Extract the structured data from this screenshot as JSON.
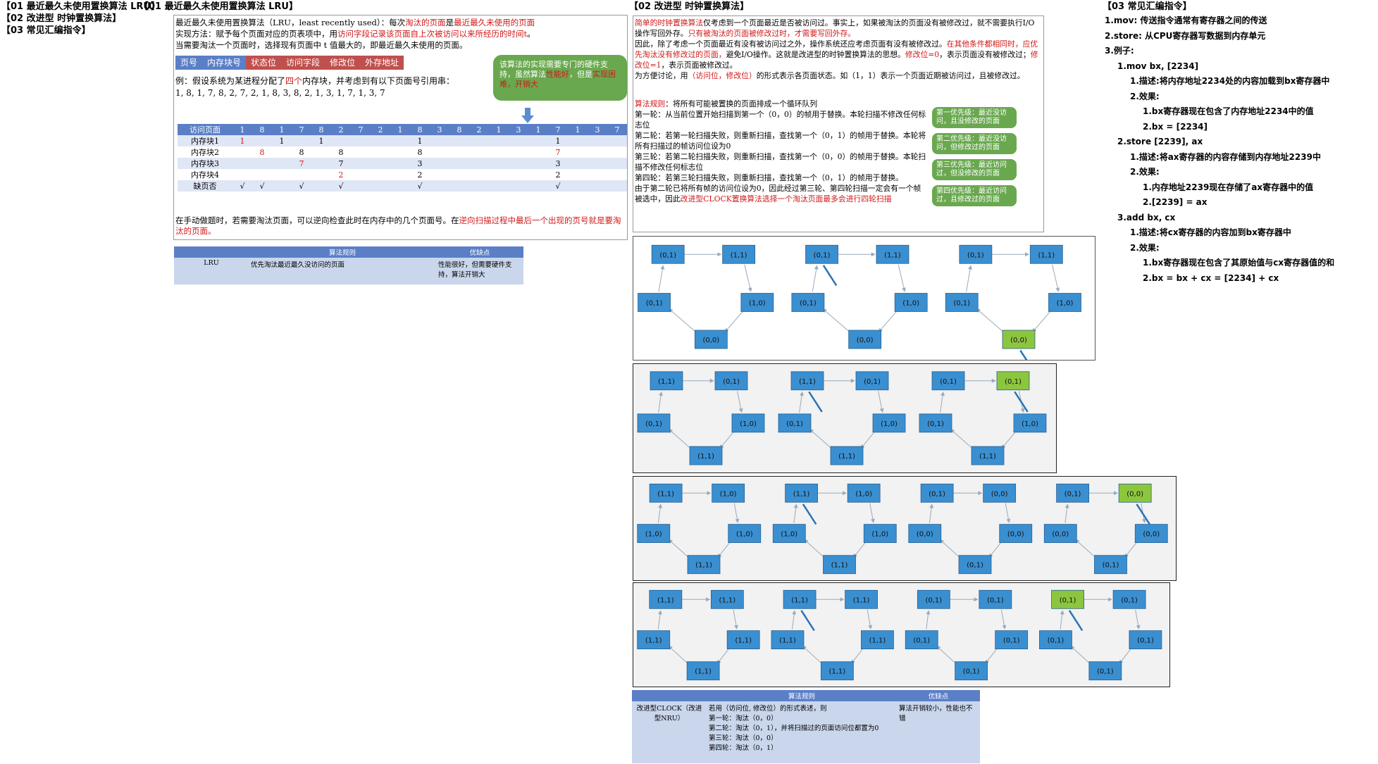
{
  "sidebar": {
    "items": [
      "【01 最近最久未使用置换算法 LRU】",
      "【02 改进型 时钟置换算法】",
      "【03 常见汇编指令】"
    ]
  },
  "lru": {
    "title": "【01 最近最久未使用置换算法 LRU】",
    "p1_a": "最近最久未使用置换算法（LRU，least recently used）：每次",
    "p1_b": "淘汰的页面",
    "p1_c": "是",
    "p1_d": "最近最久未使用的页面",
    "p2_a": "实现方法：赋予每个页面对应的页表项中，用",
    "p2_b": "访问字段记录该页面自上次被访问以来所经历的时间t",
    "p2_c": "。",
    "p3": "当需要淘汰一个页面时，选择现有页面中 t 值最大的，即最近最久未使用的页面。",
    "fields": [
      "页号",
      "内存块号",
      "状态位",
      "访问字段",
      "修改位",
      "外存地址"
    ],
    "bubble_a": "该算法的实现需要专门的硬件支持，虽然算法",
    "bubble_b": "性能好",
    "bubble_c": "，但是",
    "bubble_d": "实现困难，开销大",
    "example_a": "例：假设系统为某进程分配了",
    "example_b": "四个",
    "example_c": "内存块，并考虑到有以下页面号引用串：",
    "ref_string": "1, 8, 1, 7, 8, 2, 7, 2, 1, 8, 3, 8, 2, 1, 3, 1, 7, 1, 3, 7",
    "table": {
      "header": [
        "访问页面",
        "1",
        "8",
        "1",
        "7",
        "8",
        "2",
        "7",
        "2",
        "1",
        "8",
        "3",
        "8",
        "2",
        "1",
        "3",
        "1",
        "7",
        "1",
        "3",
        "7"
      ],
      "rows": [
        [
          "内存块1",
          "1",
          "",
          "1",
          "",
          "1",
          "",
          "",
          "",
          "",
          "1",
          "",
          "",
          "",
          "",
          "",
          "",
          "1",
          "",
          "",
          ""
        ],
        [
          "内存块2",
          "",
          "8",
          "",
          "8",
          "",
          "8",
          "",
          "",
          "",
          "8",
          "",
          "",
          "",
          "",
          "",
          "",
          "7",
          "",
          "",
          ""
        ],
        [
          "内存块3",
          "",
          "",
          "",
          "7",
          "",
          "7",
          "",
          "",
          "",
          "3",
          "",
          "",
          "",
          "",
          "",
          "",
          "3",
          "",
          "",
          ""
        ],
        [
          "内存块4",
          "",
          "",
          "",
          "",
          "",
          "2",
          "",
          "",
          "",
          "2",
          "",
          "",
          "",
          "",
          "",
          "",
          "2",
          "",
          "",
          ""
        ],
        [
          "缺页否",
          "√",
          "√",
          "",
          "√",
          "",
          "√",
          "",
          "",
          "",
          "√",
          "",
          "",
          "",
          "",
          "",
          "",
          "√",
          "",
          "",
          ""
        ]
      ]
    },
    "tail_a": "在手动做题时，若需要淘汰页面，可以逆向检查此时在内存中的几个页面号。在",
    "tail_b": "逆向扫描过程中最后一个出现的页号就是要淘汰的页面。",
    "summary": {
      "headers": [
        "",
        "算法规则",
        "优缺点"
      ],
      "row": [
        "LRU",
        "优先淘汰最近最久没访问的页面",
        "性能很好，但需要硬件支持，算法开销大"
      ]
    }
  },
  "clock": {
    "title": "【02 改进型 时钟置换算法】",
    "intro_a": "简单的时钟置换算法",
    "intro_b": "仅考虑到一个页面最近是否被访问过。事实上，如果被淘汰的页面没有被修改过，就不需要执行I/O操作写回外存。",
    "intro_c": "只有被淘汰的页面被修改过时，才需要写回外存。",
    "intro_d": "因此，除了考虑一个页面最近有没有被访问过之外，操作系统还应考虑页面有没有被修改过。",
    "intro_e": "在其他条件都相同时，应优先淘汰没有修改过的页面，",
    "intro_f": "避免I/O操作。这就是改进型的时钟置换算法的思想。",
    "intro_g": "修改位=0",
    "intro_h": "，表示页面没有被修改过；",
    "intro_i": "修改位=1",
    "intro_j": "，表示页面被修改过。",
    "intro_k": "为方便讨论，用",
    "intro_l": "（访问位，修改位）",
    "intro_m": "的形式表示各页面状态。如（1，1）表示一个页面近期被访问过，且被修改过。",
    "rule_a": "算法规则",
    "rule_b": "：将所有可能被置换的页面排成一个循环队列",
    "r1": "第一轮：从当前位置开始扫描到第一个（0，0）的帧用于替换。本轮扫描不修改任何标志位",
    "r2": "第二轮：若第一轮扫描失败，则重新扫描，查找第一个（0，1）的帧用于替换。本轮将所有扫描过的帧访问位设为0",
    "r3": "第三轮：若第二轮扫描失败，则重新扫描，查找第一个（0，0）的帧用于替换。本轮扫描不修改任何标志位",
    "r4": "第四轮：若第三轮扫描失败，则重新扫描，查找第一个（0，1）的帧用于替换。",
    "r5_a": "由于第二轮已将所有帧的访问位设为0，因此经过第三轮、第四轮扫描一定会有一个帧被选中，因此",
    "r5_b": "改进型CLOCK置换算法选择一个淘汰页面最多会进行四轮扫描",
    "pills": [
      "第一优先级：最近没访问，且没修改的页面",
      "第二优先级：最近没访问，但修改过的页面",
      "第三优先级：最近访问过，但没修改的页面",
      "第四优先级：最近访问过，且修改过的页面"
    ],
    "diagrams": [
      {
        "groups": [
          {
            "nodes": [
              "(0,1)",
              "(1,1)",
              "(1,0)",
              "(0,0)",
              "(0,1)"
            ],
            "hl": -1
          },
          {
            "nodes": [
              "(0,1)",
              "(1,1)",
              "(1,0)",
              "(0,0)",
              "(0,1)"
            ],
            "hl": -1
          },
          {
            "nodes": [
              "(0,1)",
              "(1,1)",
              "(1,0)",
              "(0,0)",
              "(0,1)"
            ],
            "hl": 3
          }
        ]
      },
      {
        "groups": [
          {
            "nodes": [
              "(1,1)",
              "(0,1)",
              "(1,0)",
              "(1,1)",
              "(0,1)"
            ],
            "hl": -1
          },
          {
            "nodes": [
              "(1,1)",
              "(0,1)",
              "(1,0)",
              "(1,1)",
              "(0,1)"
            ],
            "hl": -1
          },
          {
            "nodes": [
              "(0,1)",
              "(0,1)",
              "(1,0)",
              "(1,1)",
              "(0,1)"
            ],
            "hl": 1
          }
        ]
      },
      {
        "groups": [
          {
            "nodes": [
              "(1,1)",
              "(1,0)",
              "(1,0)",
              "(1,1)",
              "(1,0)"
            ],
            "hl": -1
          },
          {
            "nodes": [
              "(1,1)",
              "(1,0)",
              "(1,0)",
              "(1,1)",
              "(1,0)"
            ],
            "hl": -1
          },
          {
            "nodes": [
              "(0,1)",
              "(0,0)",
              "(0,0)",
              "(0,1)",
              "(0,0)"
            ],
            "hl": -1
          },
          {
            "nodes": [
              "(0,1)",
              "(0,0)",
              "(0,0)",
              "(0,1)",
              "(0,0)"
            ],
            "hl": 1
          }
        ]
      },
      {
        "groups": [
          {
            "nodes": [
              "(1,1)",
              "(1,1)",
              "(1,1)",
              "(1,1)",
              "(1,1)"
            ],
            "hl": -1
          },
          {
            "nodes": [
              "(1,1)",
              "(1,1)",
              "(1,1)",
              "(1,1)",
              "(1,1)"
            ],
            "hl": -1
          },
          {
            "nodes": [
              "(0,1)",
              "(0,1)",
              "(0,1)",
              "(0,1)",
              "(0,1)"
            ],
            "hl": -1
          },
          {
            "nodes": [
              "(0,1)",
              "(0,1)",
              "(0,1)",
              "(0,1)",
              "(0,1)"
            ],
            "hl": 0
          }
        ]
      }
    ],
    "summary": {
      "headers": [
        "",
        "算法规则",
        "优缺点"
      ],
      "col1": "改进型CLOCK（改进型NRU）",
      "col2": [
        "若用（访问位, 修改位）的形式表述，则",
        "第一轮：淘汰（0，0）",
        "第二轮：淘汰（0，1），并将扫描过的页面访问位都置为0",
        "第三轮：淘汰（0，0）",
        "第四轮：淘汰（0，1）"
      ],
      "col3": "算法开销较小，性能也不错"
    }
  },
  "asm": {
    "title": "【03 常见汇编指令】",
    "lines": [
      "1.mov: 传送指令通常有寄存器之间的传送",
      "2.store: 从CPU寄存器写数据到内存单元",
      "3.例子:",
      "1.mov bx, [2234]",
      "1.描述:将内存地址2234处的内容加载到bx寄存器中",
      "2.效果:",
      "1.bx寄存器现在包含了内存地址2234中的值",
      "2.bx = [2234]",
      "2.store [2239], ax",
      "1.描述:将ax寄存器的内容存储到内存地址2239中",
      "2.效果:",
      "1.内存地址2239现在存储了ax寄存器中的值",
      "2.[2239] = ax",
      "3.add bx, cx",
      "1.描述:将cx寄存器的内容加到bx寄存器中",
      "2.效果:",
      "1.bx寄存器现在包含了其原始值与cx寄存器值的和",
      "2.bx = bx + cx = [2234] + cx"
    ],
    "indents": [
      0,
      0,
      0,
      1,
      2,
      2,
      3,
      3,
      1,
      2,
      2,
      3,
      3,
      1,
      2,
      2,
      3,
      3
    ]
  },
  "colors": {
    "node_blue": "#3a8fd1",
    "node_green": "#8cc63f",
    "accent_red": "#d01818",
    "field_blue": "#5b7fc7",
    "field_red": "#c0504d",
    "bubble_green": "#6aa84f"
  }
}
